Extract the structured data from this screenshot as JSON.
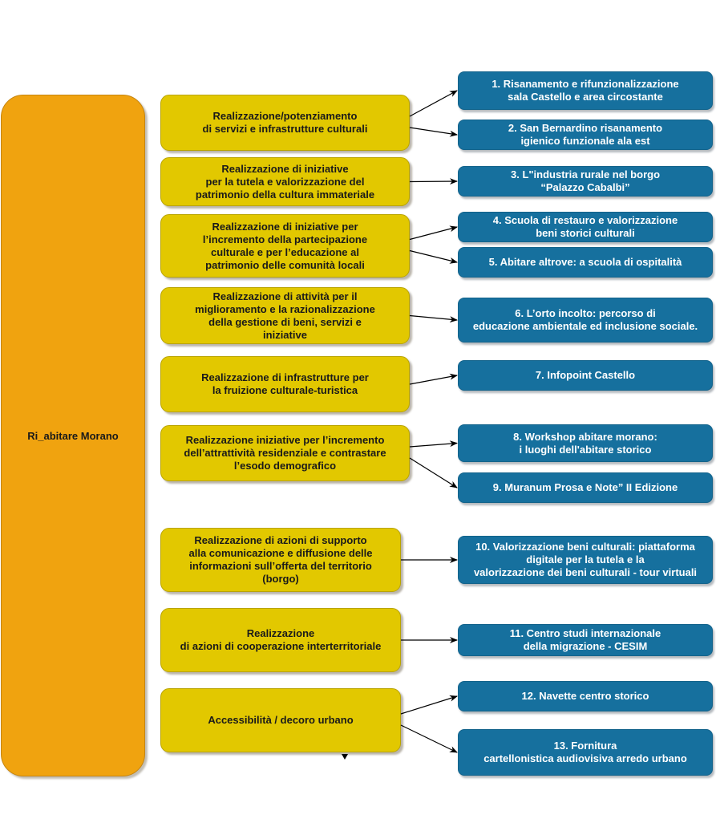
{
  "root": {
    "label": "Ri_abitare Morano",
    "color": "#f0a30f"
  },
  "objectives": [
    {
      "id": "o1",
      "label": "Realizzazione/potenziamento\ndi servizi e infrastrutture culturali"
    },
    {
      "id": "o2",
      "label": "Realizzazione di iniziative\nper la tutela e valorizzazione del\npatrimonio della cultura  immateriale"
    },
    {
      "id": "o3",
      "label": "Realizzazione di iniziative per\nl’incremento della partecipazione\nculturale e per l’educazione al\npatrimonio delle comunità locali"
    },
    {
      "id": "o4",
      "label": "Realizzazione di attività per il\nmiglioramento e la razionalizzazione\ndella gestione di beni, servizi e\niniziative"
    },
    {
      "id": "o5",
      "label": "Realizzazione di infrastrutture per\nla fruizione culturale-turistica"
    },
    {
      "id": "o6",
      "label": "Realizzazione iniziative per l’incremento\ndell’attrattività residenziale e contrastare\nl’esodo demografico"
    },
    {
      "id": "o7",
      "label": "Realizzazione di azioni di supporto\nalla comunicazione e diffusione delle\ninformazioni sull’offerta del territorio\n(borgo)"
    },
    {
      "id": "o8",
      "label": "Realizzazione\ndi azioni di cooperazione interterritoriale"
    },
    {
      "id": "o9",
      "label": "Accessibilità / decoro urbano"
    }
  ],
  "projects": [
    {
      "id": "p1",
      "label": "1. Risanamento e rifunzionalizzazione\nsala Castello e area circostante"
    },
    {
      "id": "p2",
      "label": "2. San Bernardino risanamento\nigienico funzionale ala est"
    },
    {
      "id": "p3",
      "label": "3. L\"industria rurale nel borgo\n“Palazzo Cabalbi”"
    },
    {
      "id": "p4",
      "label": "4. Scuola di restauro e valorizzazione\nbeni storici culturali"
    },
    {
      "id": "p5",
      "label": "5. Abitare altrove: a scuola di ospitalità"
    },
    {
      "id": "p6",
      "label": "6. L’orto incolto: percorso di\neducazione ambientale ed inclusione sociale."
    },
    {
      "id": "p7",
      "label": "7. Infopoint Castello"
    },
    {
      "id": "p8",
      "label": "8. Workshop abitare morano:\ni luoghi dell'abitare storico"
    },
    {
      "id": "p9",
      "label": "9. Muranum Prosa e Note” II Edizione"
    },
    {
      "id": "p10",
      "label": "10. Valorizzazione beni culturali: piattaforma\ndigitale per la tutela e la\nvalorizzazione dei beni culturali - tour virtuali"
    },
    {
      "id": "p11",
      "label": "11. Centro studi internazionale\ndella migrazione - CESIM"
    },
    {
      "id": "p12",
      "label": "12. Navette centro storico"
    },
    {
      "id": "p13",
      "label": "13. Fornitura\ncartellonistica audiovisiva arredo urbano"
    }
  ],
  "links": [
    [
      "o1",
      "p1"
    ],
    [
      "o1",
      "p2"
    ],
    [
      "o2",
      "p3"
    ],
    [
      "o3",
      "p4"
    ],
    [
      "o3",
      "p5"
    ],
    [
      "o4",
      "p6"
    ],
    [
      "o5",
      "p7"
    ],
    [
      "o6",
      "p8"
    ],
    [
      "o6",
      "p9"
    ],
    [
      "o7",
      "p10"
    ],
    [
      "o8",
      "p11"
    ],
    [
      "o9",
      "p12"
    ],
    [
      "o9",
      "p13"
    ]
  ],
  "colors": {
    "objective": "#e2c800",
    "project": "#16709e",
    "arrow": "#000000"
  }
}
